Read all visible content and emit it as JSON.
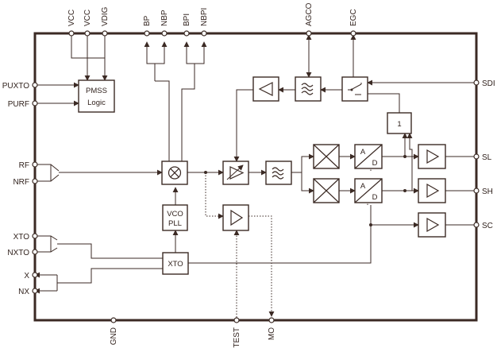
{
  "pins": {
    "top": {
      "vcc1": "VCC",
      "vcc2": "VCC",
      "vdig": "VDIG",
      "bp": "BP",
      "nbp": "NBP",
      "bpi": "BPI",
      "nbpi": "NBPI",
      "agco": "AGCO",
      "egc": "EGC"
    },
    "left": {
      "puxto": "PUXTO",
      "purf": "PURF",
      "rf": "RF",
      "nrf": "NRF",
      "xto": "XTO",
      "nxto": "NXTO",
      "x": "X",
      "nx": "NX"
    },
    "right": {
      "sdi": "SDI",
      "sl": "SL",
      "sh": "SH",
      "sc": "SC"
    },
    "bottom": {
      "gnd": "GND",
      "test": "TEST",
      "mo": "MO"
    }
  },
  "blocks": {
    "pmss_line1": "PMSS",
    "pmss_line2": "Logic",
    "vco_line1": "VCO",
    "vco_line2": "PLL",
    "xto": "XTO",
    "counter": "1",
    "adc_a": "A",
    "adc_d": "D"
  },
  "colors": {
    "ink": "#3b2a24",
    "text": "#2e1f1a",
    "background": "#ffffff"
  }
}
